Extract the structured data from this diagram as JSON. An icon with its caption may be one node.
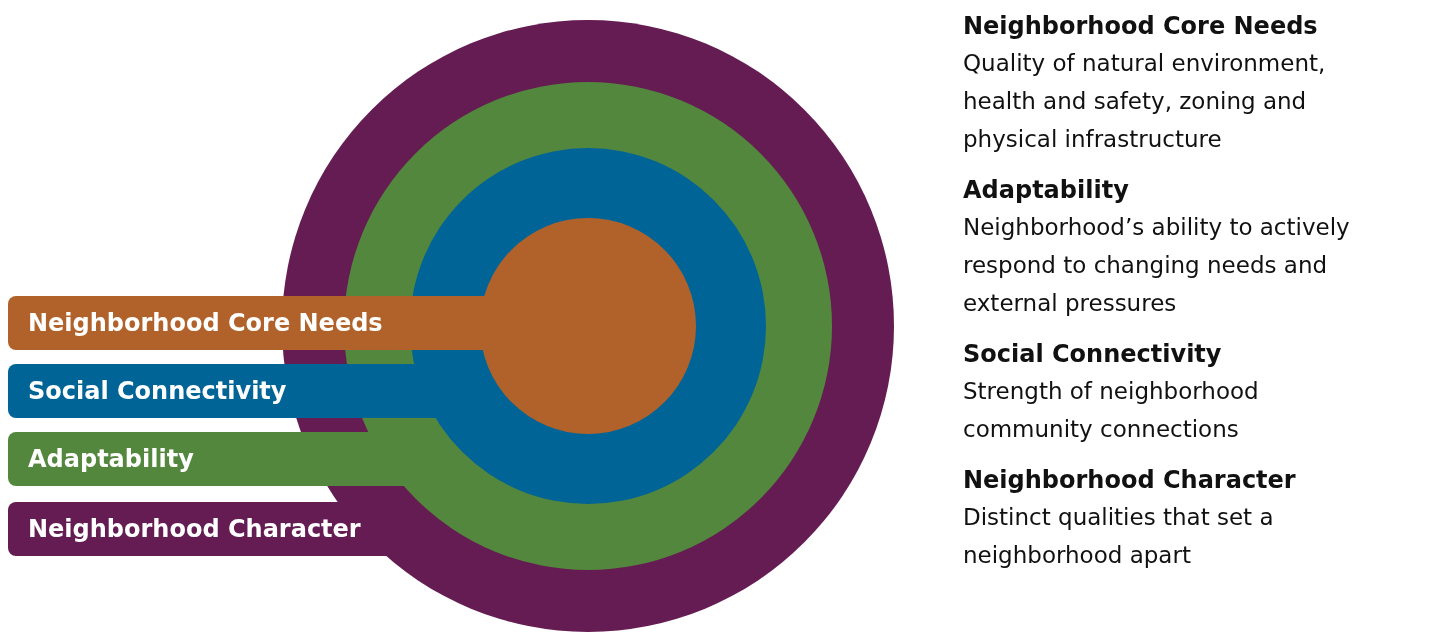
{
  "diagram": {
    "nodes": [
      {
        "text": [
          "Neighborhood Character"
        ]
      },
      {
        "text": [
          "Adaptability"
        ]
      },
      {
        "text": [
          "Social Connectivity"
        ]
      },
      {
        "text": [
          "Neighborhood Core Needs"
        ]
      }
    ],
    "labels": [
      "Neighborhood Core Needs",
      "Quality of natural environment, health and safety, zoning and physical infrastructure",
      "Adaptability",
      "Neighborhood’s ability to actively respond to changing needs and external pressures",
      "Social Connectivity",
      "Strength of neighborhood community connections",
      "Neighborhood Character",
      "Distinct qualities that set a neighborhood apart"
    ]
  }
}
